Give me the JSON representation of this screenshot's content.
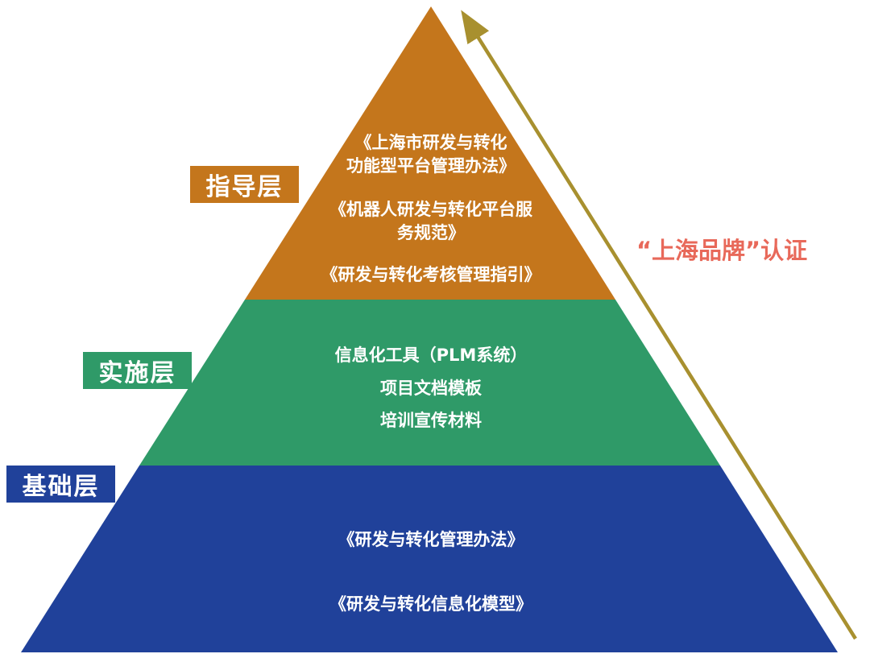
{
  "diagram": {
    "certification_note": "“上海品牌”认证",
    "certification_color": "#E8695A",
    "arrow_color": "#A8902F",
    "layers": [
      {
        "label": "指导层",
        "color": "#C4761C",
        "items": [
          "《上海市研发与转化\n功能型平台管理办法》",
          "《机器人研发与转化平台服\n务规范》",
          "《研发与转化考核管理指引》"
        ]
      },
      {
        "label": "实施层",
        "color": "#2F9A68",
        "items": [
          "信息化工具（PLM系统）",
          "项目文档模板",
          "培训宣传材料"
        ]
      },
      {
        "label": "基础层",
        "color": "#20419A",
        "items": [
          "《研发与转化管理办法》",
          "《研发与转化信息化模型》"
        ]
      }
    ]
  }
}
